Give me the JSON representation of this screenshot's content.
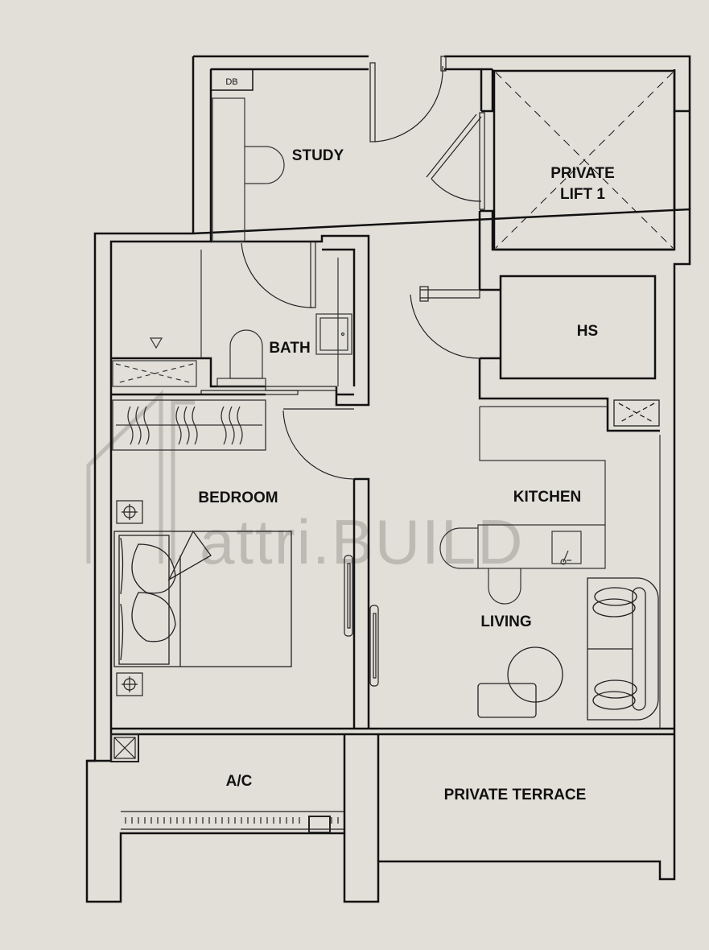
{
  "plan": {
    "rooms": {
      "study": "STUDY",
      "private_lift": [
        "PRIVATE",
        "LIFT 1"
      ],
      "bath": "BATH",
      "hs": "HS",
      "bedroom": "BEDROOM",
      "kitchen": "KITCHEN",
      "living": "LIVING",
      "ac": "A/C",
      "private_terrace": "PRIVATE TERRACE"
    },
    "db_label": "DB",
    "watermark": "attri.BUILD",
    "colors": {
      "background": "#e2dfd9",
      "wall": "#111111",
      "line": "#1a1a1a",
      "watermark": "#b9b6b0"
    }
  }
}
